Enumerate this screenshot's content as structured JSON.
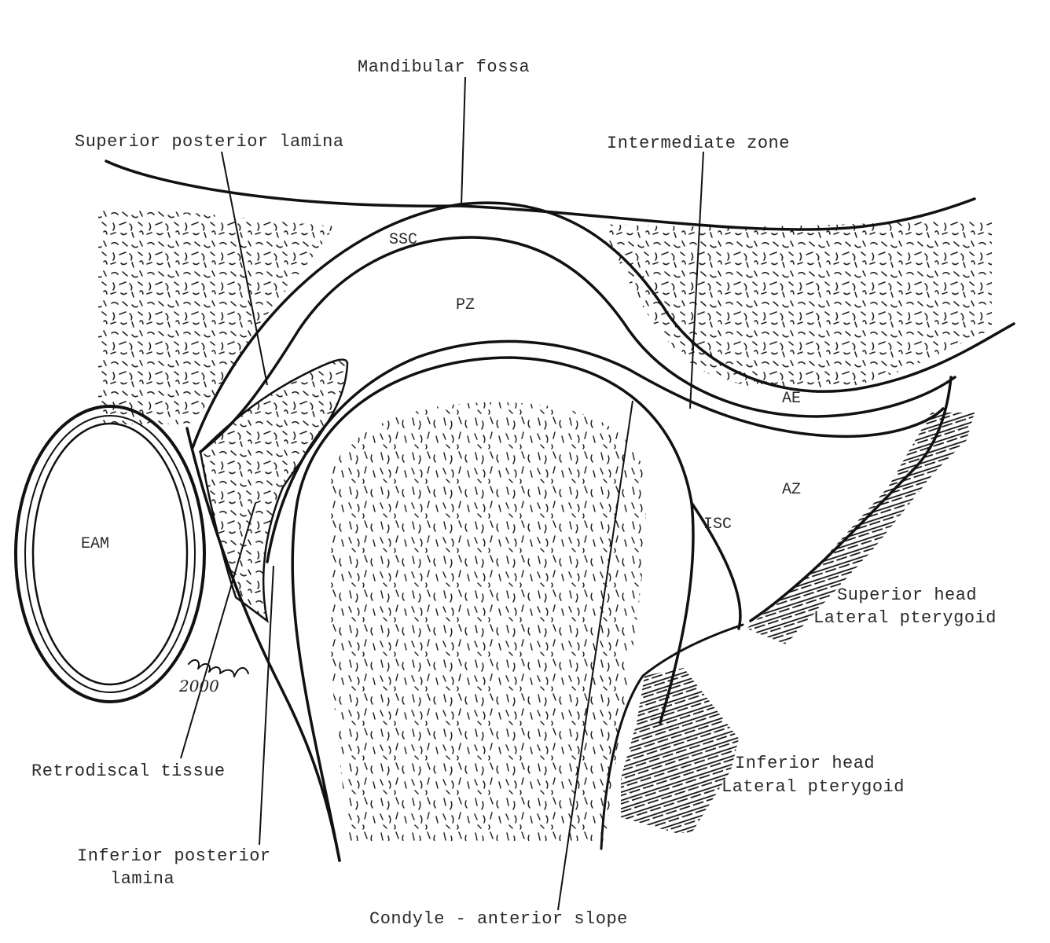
{
  "labels": {
    "mandibular_fossa": "Mandibular fossa",
    "superior_posterior_lamina": "Superior posterior lamina",
    "intermediate_zone": "Intermediate zone",
    "retrodiscal_tissue": "Retrodiscal tissue",
    "inferior_posterior_lamina_line1": "Inferior posterior",
    "inferior_posterior_lamina_line2": "lamina",
    "condyle_anterior_slope": "Condyle - anterior slope",
    "superior_head_line1": "Superior head",
    "superior_head_line2": "Lateral pterygoid",
    "inferior_head_line1": "Inferior head",
    "inferior_head_line2": "Lateral pterygoid"
  },
  "zones": {
    "ssc": "SSC",
    "pz": "PZ",
    "ae": "AE",
    "az": "AZ",
    "isc": "ISC",
    "eam": "EAM"
  },
  "signature": {
    "year": "2000"
  }
}
